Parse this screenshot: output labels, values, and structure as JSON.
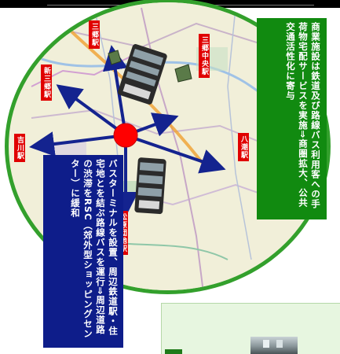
{
  "stations": {
    "misato": "三郷駅",
    "shin_misato": "新三郷駅",
    "misato_chuo": "三郷中央駅",
    "yoshikawa": "吉川駅",
    "yashio": "八潮駅",
    "matsubara": "松原団地駅"
  },
  "notes": {
    "green": "商業施設は鉄道及び路線バス利用客への手荷物宅配サービスを実施⇒商圏拡大、公共交通活性化に寄与",
    "blue": "バスターミナルを設置、周辺鉄道駅・住宅地とを結ぶ路線バスを運行⇒周辺道路の渋滞をRSC（郊外型ショッピングセンター）に緩和"
  },
  "colors": {
    "circle_border": "#33a02c",
    "hub": "#ff0000",
    "arrows": "#14238f",
    "station_label": "#e00000",
    "green_note": "#118a10",
    "blue_note": "#0e1d8a"
  },
  "icons": {
    "hub": "red-circle-hub-icon",
    "bus": "bus-icon",
    "building": "building-icon"
  }
}
